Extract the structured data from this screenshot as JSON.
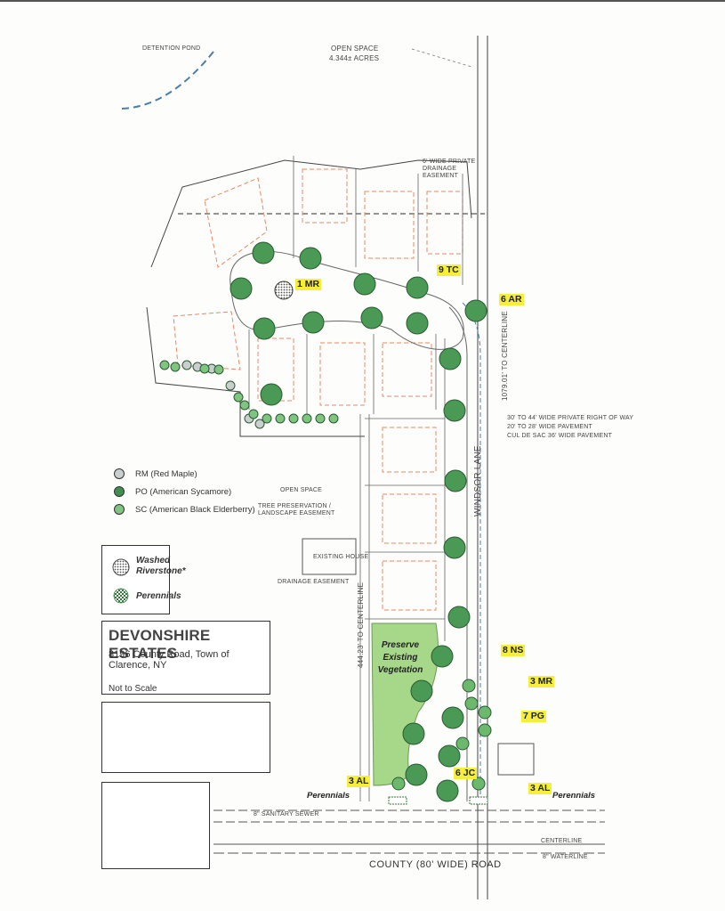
{
  "project": {
    "title": "DEVONSHIRE ESTATES",
    "address": "8196 County Road, Town of Clarence, NY",
    "scale_note": "Not to Scale"
  },
  "legend": {
    "trees": [
      {
        "label": "RM (Red Maple)",
        "color": "#c9cfcf"
      },
      {
        "label": "PO (American Sycamore)",
        "color": "#3f8f4f"
      },
      {
        "label": "SC (American Black Elderberry)",
        "color": "#7fc47f"
      }
    ],
    "materials": [
      {
        "label": "Washed Riverstone*",
        "icon": "stone-dot-pattern"
      },
      {
        "label": "Perennials",
        "icon": "perennial-pattern"
      }
    ]
  },
  "plant_tags": [
    "1 MR",
    "9 TC",
    "6 AR",
    "8 NS",
    "3 MR",
    "7 PG",
    "3 AL",
    "6 JC",
    "3 AL"
  ],
  "perennial_labels": [
    "Perennials",
    "Perennials"
  ],
  "preserve_text": [
    "Preserve",
    "Existing",
    "Vegetation"
  ],
  "plan_labels": {
    "detention": "DETENTION POND",
    "open_space": "OPEN SPACE",
    "open_space_area": "4.344± ACRES",
    "private_drainage": "6' WIDE PRIVATE DRAINAGE EASEMENT",
    "windsor_lane": "WINDSOR LANE",
    "centerline_east": "1079.01' TO CENTERLINE",
    "centerline_west": "444.23' TO CENTERLINE",
    "row_note_1": "30' TO 44' WIDE PRIVATE RIGHT OF WAY",
    "row_note_2": "20' TO 28' WIDE PAVEMENT",
    "row_note_3": "CUL DE SAC 36' WIDE PAVEMENT",
    "existing_house": "EXISTING HOUSE",
    "drainage_easement": "DRAINAGE EASEMENT",
    "open_space_small": "OPEN SPACE",
    "tree_preservation": "TREE PRESERVATION / LANDSCAPE EASEMENT",
    "county_road": "COUNTY  (80' WIDE)  ROAD",
    "centerline": "CENTERLINE",
    "waterline": "8\" WATERLINE",
    "sanitary": "8\" SANITARY SEWER"
  }
}
